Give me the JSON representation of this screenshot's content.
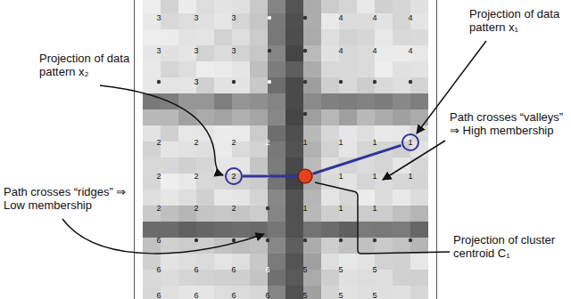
{
  "diagram": {
    "nodes": [
      {
        "text": [
          "1"
        ]
      },
      {
        "text": [
          "2"
        ]
      }
    ],
    "labels": [
      "Projection of data pattern x₁",
      "Projection of data pattern x₂",
      "Path crosses “valleys” ⇒ High membership",
      "Path crosses “ridges” ⇒ Low membership",
      "Projection of cluster centroid C₁",
      "3",
      "3",
      "3",
      "4",
      "4",
      "4",
      "3",
      "3",
      "3",
      "4",
      "4",
      "4",
      "3",
      "2",
      "2",
      "2",
      "2",
      "1",
      "1",
      "1",
      "2",
      "2",
      "1",
      "1",
      "1",
      "2",
      "2",
      "2",
      "1",
      "1",
      "1",
      "6",
      "6",
      "6",
      "6",
      "6",
      "5",
      "5",
      "5",
      "6",
      "6",
      "6",
      "6",
      "5",
      "5",
      "5"
    ]
  }
}
